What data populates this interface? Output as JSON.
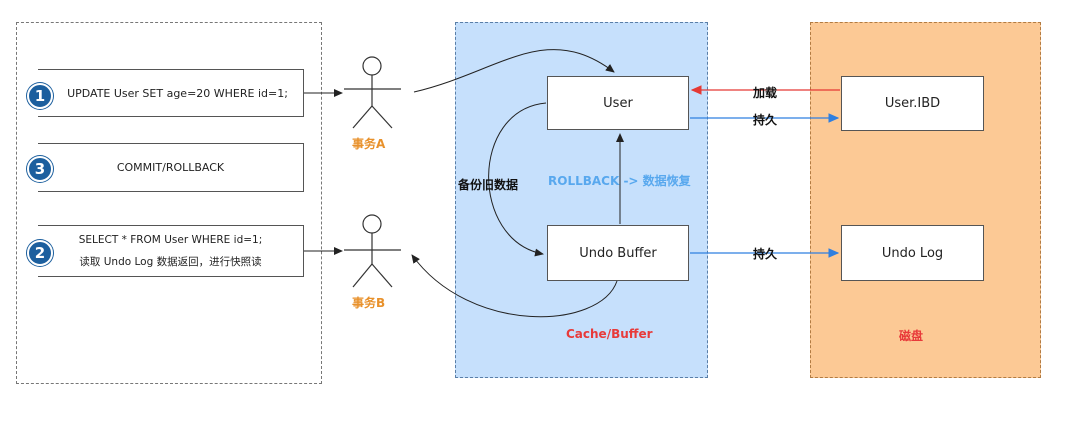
{
  "left_panel": {
    "steps": [
      "1",
      "3",
      "2"
    ],
    "update_stmt": "UPDATE User  SET  age=20  WHERE id=1;",
    "commit_stmt": "COMMIT/ROLLBACK",
    "select_stmt": "SELECT * FROM User  WHERE id=1;",
    "select_note": "读取 Undo Log 数据返回，进行快照读"
  },
  "actors": {
    "a": "事务A",
    "b": "事务B"
  },
  "cache_panel": {
    "user": "User",
    "undo_buffer": "Undo Buffer",
    "backup_label": "备份旧数据",
    "rollback_label": "ROLLBACK -> 数据恢复",
    "title": "Cache/Buffer"
  },
  "disk_panel": {
    "user_ibd": "User.IBD",
    "undo_log": "Undo Log",
    "title": "磁盘"
  },
  "arrows": {
    "load": "加载",
    "persist_1": "持久",
    "persist_2": "持久"
  },
  "colors": {
    "cache_bg": "#c6e0fc",
    "disk_bg": "#fcc995",
    "load_arrow": "#e53935",
    "persist_arrow": "#2f7fe0",
    "actor_label": "#e8912b"
  }
}
